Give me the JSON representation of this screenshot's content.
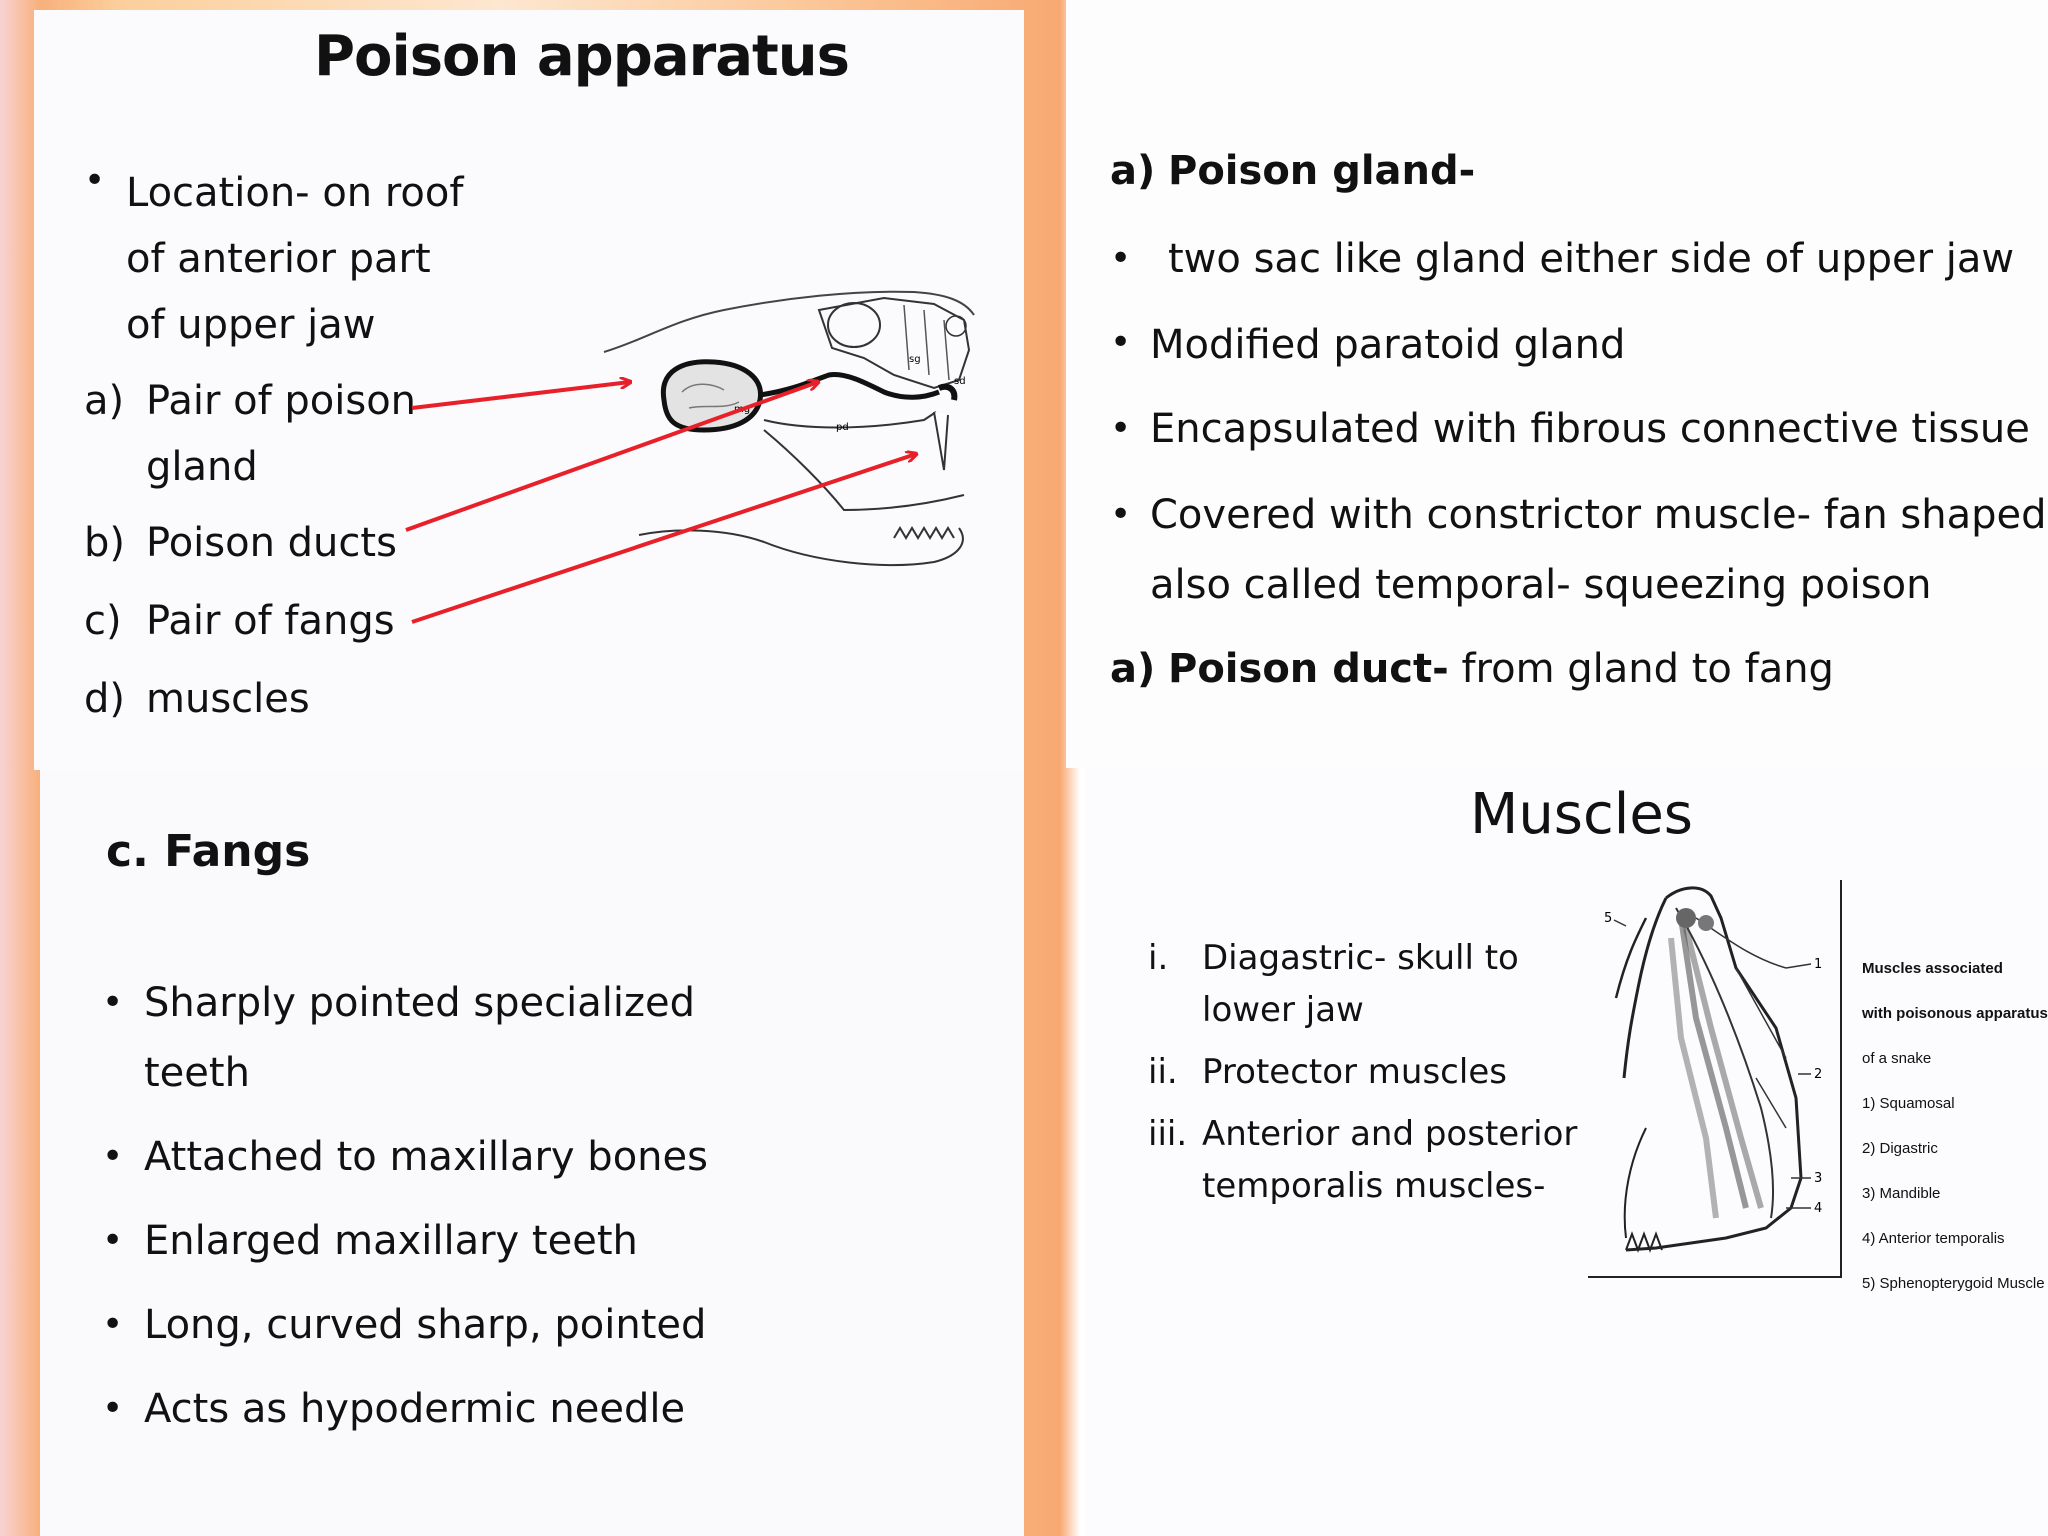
{
  "panel1": {
    "title": "Poison apparatus",
    "location_lines": [
      "Location- on roof",
      "of anterior part",
      "of upper jaw"
    ],
    "items": [
      {
        "marker": "a)",
        "lines": [
          "Pair of poison",
          "gland"
        ]
      },
      {
        "marker": "b)",
        "lines": [
          "Poison ducts"
        ]
      },
      {
        "marker": "c)",
        "lines": [
          "Pair of fangs"
        ]
      },
      {
        "marker": "d)",
        "lines": [
          "muscles"
        ]
      }
    ],
    "diagram_labels": [
      "mg",
      "pd",
      "sg",
      "sd"
    ]
  },
  "panel2": {
    "gland_marker": "a)",
    "gland_heading": "Poison gland-",
    "bullets": [
      "two sac like gland either side of upper jaw",
      "Modified paratoid gland",
      "Encapsulated with fibrous connective tissue",
      "Covered with constrictor muscle- fan shaped,",
      "also called temporal- squeezing poison"
    ],
    "duct_marker": "a)",
    "duct_heading": "Poison duct-",
    "duct_text": " from gland to fang"
  },
  "panel3": {
    "heading": "c. Fangs",
    "bullets": [
      "Sharply pointed specialized",
      "teeth",
      "Attached to maxillary bones",
      "Enlarged maxillary teeth",
      "Long, curved sharp, pointed",
      "Acts as hypodermic needle"
    ]
  },
  "panel4": {
    "title": "Muscles",
    "items": [
      {
        "marker": "i.",
        "lines": [
          "Diagastric-  skull to",
          "lower jaw"
        ]
      },
      {
        "marker": "ii.",
        "lines": [
          "Protector muscles"
        ]
      },
      {
        "marker": "iii.",
        "lines": [
          "Anterior and posterior",
          "temporalis muscles-"
        ]
      }
    ],
    "figure_numbers": [
      "1",
      "2",
      "3",
      "4",
      "5"
    ],
    "legend": [
      "Muscles associated",
      "with poisonous apparatus",
      "of a snake",
      "1) Squamosal",
      "2) Digastric",
      "3) Mandible",
      "4) Anterior temporalis",
      "5) Sphenopterygoid Muscle"
    ]
  },
  "colors": {
    "arrow": "#e8202a",
    "text": "#111111"
  }
}
